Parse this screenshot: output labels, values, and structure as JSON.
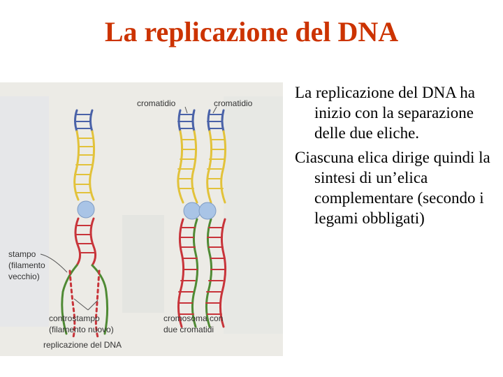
{
  "slide": {
    "title": "La replicazione del DNA",
    "paragraphs": [
      "La replicazione del DNA ha inizio con la separazione delle due eliche.",
      "Ciascuna elica dirige quindi la sintesi di un’elica complementare (secondo i legami obbligati)"
    ]
  },
  "figure": {
    "label_cromatidio_1": "cromatidio",
    "label_cromatidio_2": "cromatidio",
    "label_stampo": [
      "stampo",
      "(filamento",
      "vecchio)"
    ],
    "label_controstampo": [
      "controstampo",
      "(filamento nuovo)"
    ],
    "label_cromosoma": [
      "cromosoma con",
      "due cromatidi"
    ],
    "caption": "replicazione del DNA",
    "colors": {
      "blue": "#4a62a8",
      "yellow": "#e2c23a",
      "red": "#c8343a",
      "green": "#4f8a34",
      "centromere": "#a9c4e6",
      "background": "#ecebe6"
    }
  }
}
